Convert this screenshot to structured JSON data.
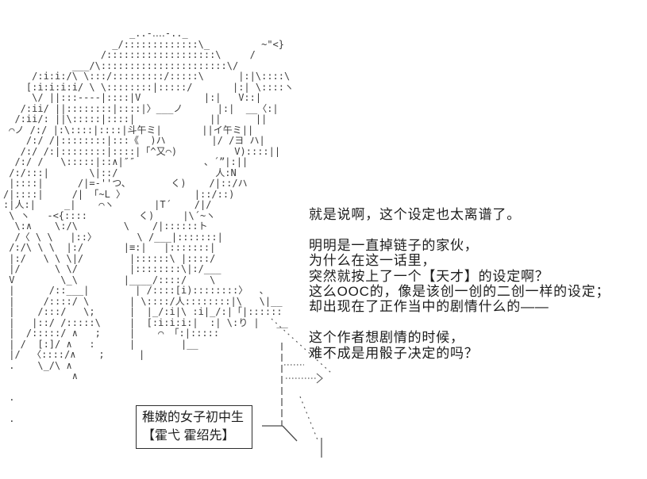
{
  "ascii_art": {
    "description": "ascii-art-girl-character",
    "art": "                      _..-‥‥-.._\n                   _/:::::::::::::\\_         ~\"<}\n                 /:::::::::::::::::::\\     /\n            ___/\\::::::::::::::::::::::\\/\n     /:i:i:/\\ \\:::/:::::::::/:::::\\      |:|\\::::\\\n    [:i:i:i:i/ \\ \\::::::::|:::::/       |:| \\::::ヽ\n     \\/ ||:::----|::::|V           |:|   V::|\n   /:ii/ ||::::::::|::::|〉___ノ      |:|  __〈:|\n  /:ii/: ||\\:::::|::::|             ||      ||\n ⌒ノ /:/ |:\\::::|::::|斗午ミ|       ||イ午ミ||\n    /:/ /|::::::::|:::《  )ハ        |/ /ヨ ハ|\n   /:/ /:|::::::::|::::|「^又⌒)          V)::::||\n  /:/ /   \\:::::|::∧|″″            、´”|:||\n /:/:::|       \\|::/                 人:N\n |::::|      /|=-''つ、       く)    /|::/ハ\n/|::::|     /| 「~L 〉            |::/::)\n:|人:|     _|    ⌒ヽ       |T´    /|/\n \\ ヽ   -<{::::         く)     |\\´~ヽ\n  \\:∧    \\:/\\        \\    /|::::::ト\n  /〈 \\ \\   |::〉       \\ /___|:::::::|\n /:/\\ \\ \\  |:/       |≡:|   |:::::::|\n |:/   \\ \\ \\|/        |::::::\\ |::::/\n |/      \\ \\/         |::::::::\\|:/___\n V        \\_\\        |____/::::/    \\\n |      /::___|        | /::::[i)::::::::〉  、\n |     /::::/ \\       | \\::::/人::::::::|\\   \\|__\n |    /:::/   \\;      |  |_/:i|\\ :i|_/:|「|::::::\n |   |::/ /:::::\\     |  [:i:i:i:|  :| \\:り |   __\n |  /:::::/ ∧   ;     |    ⌒ 「:|:::::\n | /  [:]/ ∧   :      |        |__\n |/  〈::::/∧    ;      |\n .    \\_/\\ ∧\n            ∧\n\n .\n\n ."
  },
  "dialogue": {
    "lines": [
      "就是说啊，这个设定也太离谱了。",
      "",
      "明明是一直掉链子的家伙，",
      "为什么在这一话里，",
      "突然就按上了一个【天才】的设定啊？",
      "这么OOC的，像是该创一创的二创一样的设定；",
      "却出现在了正作当中的剧情什么的——",
      "",
      "这个作者想剧情的时候，",
      "难不成是用骰子决定的吗？"
    ]
  },
  "name_box": {
    "line1": "稚嫩的女子初中生",
    "line2": "【霍弋 霍绍先】"
  },
  "colors": {
    "background": "#ffffff",
    "text": "#1c1c1c",
    "art": "#3c3c3c",
    "box_border": "#2e2e2e"
  }
}
